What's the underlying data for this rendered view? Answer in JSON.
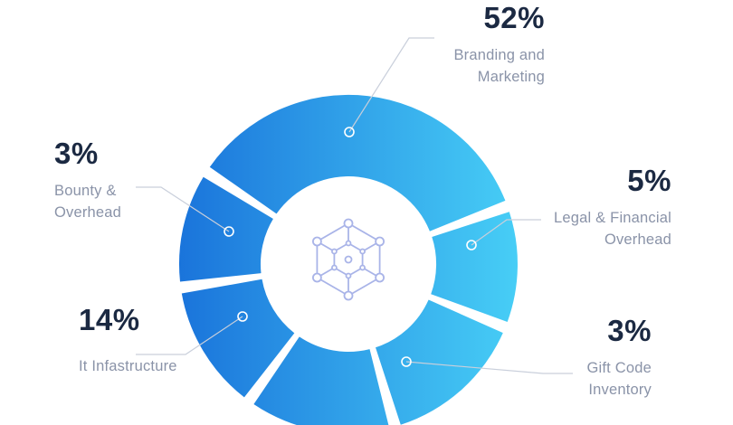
{
  "chart_data": {
    "type": "pie",
    "style": "donut",
    "title": "",
    "unit": "%",
    "legend_position": "callouts",
    "center_icon": "hexagon-network",
    "segments": [
      {
        "id": "branding",
        "label": "Branding and\nMarketing",
        "value": 52,
        "percent_label": "52%",
        "start_deg": 305,
        "end_deg": 428
      },
      {
        "id": "legal",
        "label": "Legal & Financial\nOverhead",
        "value": 5,
        "percent_label": "5%",
        "start_deg": 72,
        "end_deg": 110
      },
      {
        "id": "gift",
        "label": "Gift Code\nInventory",
        "value": 3,
        "percent_label": "3%",
        "start_deg": 114,
        "end_deg": 162
      },
      {
        "id": "bottom",
        "label": "",
        "percent_label": "",
        "start_deg": 166,
        "end_deg": 214
      },
      {
        "id": "it",
        "label": "It Infastructure",
        "value": 14,
        "percent_label": "14%",
        "start_deg": 218,
        "end_deg": 260
      },
      {
        "id": "bounty",
        "label": "Bounty &\nOverhead",
        "value": 3,
        "percent_label": "3%",
        "start_deg": 264,
        "end_deg": 301
      }
    ],
    "colors": {
      "gradient_start": "#1a74db",
      "gradient_end": "#47cef6",
      "percent_text": "#1b2942",
      "label_text": "#8a93a8",
      "leader_line": "#c9cfdb",
      "anchor_dot": "#ffffff",
      "icon": "#a9b4e8",
      "background": "#ffffff"
    }
  }
}
